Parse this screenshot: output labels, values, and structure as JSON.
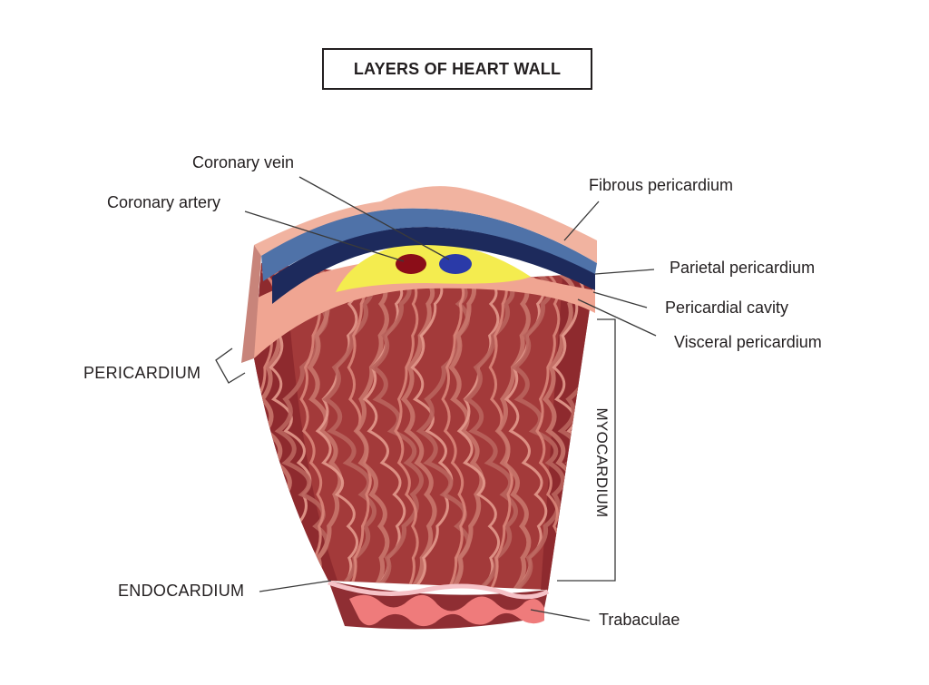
{
  "title": "LAYERS OF HEART WALL",
  "labels": {
    "coronary_vein": "Coronary vein",
    "coronary_artery": "Coronary artery",
    "fibrous_pericardium": "Fibrous pericardium",
    "parietal_pericardium": "Parietal pericardium",
    "pericardial_cavity": "Pericardial cavity",
    "visceral_pericardium": "Visceral pericardium",
    "pericardium": "PERICARDIUM",
    "myocardium": "MYOCARDIUM",
    "endocardium": "ENDOCARDIUM",
    "trabaculae": "Trabaculae"
  },
  "colors": {
    "fibrous_pericardium": "#f1b3a0",
    "parietal_pericardium": "#4f72a8",
    "parietal_dark": "#1d2a5c",
    "pericardial_cavity_fat": "#f4ec4f",
    "coronary_artery": "#8b0d18",
    "coronary_vein": "#2a3aa8",
    "myocardium_base": "#a33a3a",
    "myocardium_fibers": "#d9867a",
    "endocardium": "#f6c2c7",
    "trabaculae": "#ef7b7b"
  }
}
